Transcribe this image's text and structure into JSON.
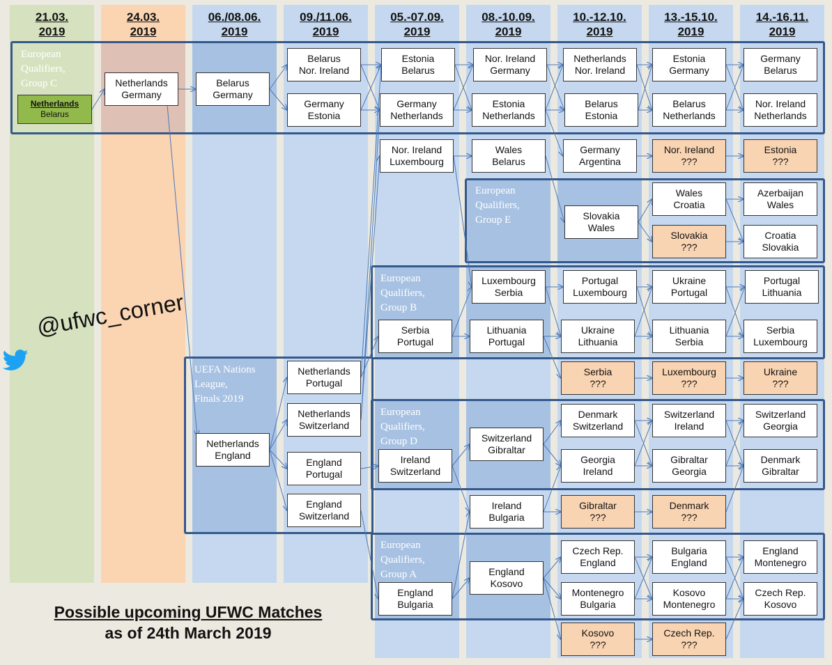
{
  "dates": [
    {
      "line1": "21.03.",
      "line2": "2019"
    },
    {
      "line1": "24.03.",
      "line2": "2019"
    },
    {
      "line1": "06./08.06.",
      "line2": "2019"
    },
    {
      "line1": "09./11.06.",
      "line2": "2019"
    },
    {
      "line1": "05.-07.09.",
      "line2": "2019"
    },
    {
      "line1": "08.-10.09.",
      "line2": "2019"
    },
    {
      "line1": "10.-12.10.",
      "line2": "2019"
    },
    {
      "line1": "13.-15.10.",
      "line2": "2019"
    },
    {
      "line1": "14.-16.11.",
      "line2": "2019"
    }
  ],
  "groups": [
    {
      "id": "group-c",
      "label": [
        "European",
        "Qualifiers,",
        "Group C"
      ]
    },
    {
      "id": "group-e",
      "label": [
        "European",
        "Qualifiers,",
        "Group E"
      ]
    },
    {
      "id": "group-b",
      "label": [
        "European",
        "Qualifiers,",
        "Group B"
      ]
    },
    {
      "id": "nations-league",
      "label": [
        "UEFA Nations",
        "League,",
        "Finals 2019"
      ]
    },
    {
      "id": "group-d",
      "label": [
        "European",
        "Qualifiers,",
        "Group D"
      ]
    },
    {
      "id": "group-a",
      "label": [
        "European",
        "Qualifiers,",
        "Group A"
      ]
    }
  ],
  "matches": [
    {
      "id": "c0m0",
      "t1": "Netherlands",
      "t2": "Belarus",
      "kind": "done"
    },
    {
      "id": "c1m0",
      "t1": "Netherlands",
      "t2": "Germany",
      "kind": "normal"
    },
    {
      "id": "c2m0",
      "t1": "Belarus",
      "t2": "Germany",
      "kind": "normal"
    },
    {
      "id": "c2m1",
      "t1": "Netherlands",
      "t2": "England",
      "kind": "normal"
    },
    {
      "id": "c3m0",
      "t1": "Belarus",
      "t2": "Nor. Ireland",
      "kind": "normal"
    },
    {
      "id": "c3m1",
      "t1": "Germany",
      "t2": "Estonia",
      "kind": "normal"
    },
    {
      "id": "c3m2",
      "t1": "Netherlands",
      "t2": "Portugal",
      "kind": "normal"
    },
    {
      "id": "c3m3",
      "t1": "Netherlands",
      "t2": "Switzerland",
      "kind": "normal"
    },
    {
      "id": "c3m4",
      "t1": "England",
      "t2": "Portugal",
      "kind": "normal"
    },
    {
      "id": "c3m5",
      "t1": "England",
      "t2": "Switzerland",
      "kind": "normal"
    },
    {
      "id": "c4m0",
      "t1": "Estonia",
      "t2": "Belarus",
      "kind": "normal"
    },
    {
      "id": "c4m1",
      "t1": "Germany",
      "t2": "Netherlands",
      "kind": "normal"
    },
    {
      "id": "c4m2",
      "t1": "Nor. Ireland",
      "t2": "Luxembourg",
      "kind": "normal"
    },
    {
      "id": "c4m3",
      "t1": "Serbia",
      "t2": "Portugal",
      "kind": "normal"
    },
    {
      "id": "c4m4",
      "t1": "Ireland",
      "t2": "Switzerland",
      "kind": "normal"
    },
    {
      "id": "c4m5",
      "t1": "England",
      "t2": "Bulgaria",
      "kind": "normal"
    },
    {
      "id": "c5m0",
      "t1": "Nor. Ireland",
      "t2": "Germany",
      "kind": "normal"
    },
    {
      "id": "c5m1",
      "t1": "Estonia",
      "t2": "Netherlands",
      "kind": "normal"
    },
    {
      "id": "c5m2",
      "t1": "Wales",
      "t2": "Belarus",
      "kind": "normal"
    },
    {
      "id": "c5m3",
      "t1": "Luxembourg",
      "t2": "Serbia",
      "kind": "normal"
    },
    {
      "id": "c5m4",
      "t1": "Lithuania",
      "t2": "Portugal",
      "kind": "normal"
    },
    {
      "id": "c5m5",
      "t1": "Switzerland",
      "t2": "Gibraltar",
      "kind": "normal"
    },
    {
      "id": "c5m6",
      "t1": "Ireland",
      "t2": "Bulgaria",
      "kind": "normal"
    },
    {
      "id": "c5m7",
      "t1": "England",
      "t2": "Kosovo",
      "kind": "normal"
    },
    {
      "id": "c6m0",
      "t1": "Netherlands",
      "t2": "Nor. Ireland",
      "kind": "normal"
    },
    {
      "id": "c6m1",
      "t1": "Belarus",
      "t2": "Estonia",
      "kind": "normal"
    },
    {
      "id": "c6m2",
      "t1": "Germany",
      "t2": "Argentina",
      "kind": "normal"
    },
    {
      "id": "c6m3",
      "t1": "Slovakia",
      "t2": "Wales",
      "kind": "normal"
    },
    {
      "id": "c6m4",
      "t1": "Portugal",
      "t2": "Luxembourg",
      "kind": "normal"
    },
    {
      "id": "c6m5",
      "t1": "Ukraine",
      "t2": "Lithuania",
      "kind": "normal"
    },
    {
      "id": "c6m6",
      "t1": "Serbia",
      "t2": "???",
      "kind": "tbd"
    },
    {
      "id": "c6m7",
      "t1": "Denmark",
      "t2": "Switzerland",
      "kind": "normal"
    },
    {
      "id": "c6m8",
      "t1": "Georgia",
      "t2": "Ireland",
      "kind": "normal"
    },
    {
      "id": "c6m9",
      "t1": "Gibraltar",
      "t2": "???",
      "kind": "tbd"
    },
    {
      "id": "c6m10",
      "t1": "Czech Rep.",
      "t2": "England",
      "kind": "normal"
    },
    {
      "id": "c6m11",
      "t1": "Montenegro",
      "t2": "Bulgaria",
      "kind": "normal"
    },
    {
      "id": "c6m12",
      "t1": "Kosovo",
      "t2": "???",
      "kind": "tbd"
    },
    {
      "id": "c7m0",
      "t1": "Estonia",
      "t2": "Germany",
      "kind": "normal"
    },
    {
      "id": "c7m1",
      "t1": "Belarus",
      "t2": "Netherlands",
      "kind": "normal"
    },
    {
      "id": "c7m2",
      "t1": "Nor. Ireland",
      "t2": "???",
      "kind": "tbd"
    },
    {
      "id": "c7m3",
      "t1": "Wales",
      "t2": "Croatia",
      "kind": "normal"
    },
    {
      "id": "c7m4",
      "t1": "Slovakia",
      "t2": "???",
      "kind": "tbd"
    },
    {
      "id": "c7m5",
      "t1": "Ukraine",
      "t2": "Portugal",
      "kind": "normal"
    },
    {
      "id": "c7m6",
      "t1": "Lithuania",
      "t2": "Serbia",
      "kind": "normal"
    },
    {
      "id": "c7m7",
      "t1": "Luxembourg",
      "t2": "???",
      "kind": "tbd"
    },
    {
      "id": "c7m8",
      "t1": "Switzerland",
      "t2": "Ireland",
      "kind": "normal"
    },
    {
      "id": "c7m9",
      "t1": "Gibraltar",
      "t2": "Georgia",
      "kind": "normal"
    },
    {
      "id": "c7m10",
      "t1": "Denmark",
      "t2": "???",
      "kind": "tbd"
    },
    {
      "id": "c7m11",
      "t1": "Bulgaria",
      "t2": "England",
      "kind": "normal"
    },
    {
      "id": "c7m12",
      "t1": "Kosovo",
      "t2": "Montenegro",
      "kind": "normal"
    },
    {
      "id": "c7m13",
      "t1": "Czech Rep.",
      "t2": "???",
      "kind": "tbd"
    },
    {
      "id": "c8m0",
      "t1": "Germany",
      "t2": "Belarus",
      "kind": "normal"
    },
    {
      "id": "c8m1",
      "t1": "Nor. Ireland",
      "t2": "Netherlands",
      "kind": "normal"
    },
    {
      "id": "c8m2",
      "t1": "Estonia",
      "t2": "???",
      "kind": "tbd"
    },
    {
      "id": "c8m3",
      "t1": "Azerbaijan",
      "t2": "Wales",
      "kind": "normal"
    },
    {
      "id": "c8m4",
      "t1": "Croatia",
      "t2": "Slovakia",
      "kind": "normal"
    },
    {
      "id": "c8m5",
      "t1": "Portugal",
      "t2": "Lithuania",
      "kind": "normal"
    },
    {
      "id": "c8m6",
      "t1": "Serbia",
      "t2": "Luxembourg",
      "kind": "normal"
    },
    {
      "id": "c8m7",
      "t1": "Ukraine",
      "t2": "???",
      "kind": "tbd"
    },
    {
      "id": "c8m8",
      "t1": "Switzerland",
      "t2": "Georgia",
      "kind": "normal"
    },
    {
      "id": "c8m9",
      "t1": "Denmark",
      "t2": "Gibraltar",
      "kind": "normal"
    },
    {
      "id": "c8m10",
      "t1": "England",
      "t2": "Montenegro",
      "kind": "normal"
    },
    {
      "id": "c8m11",
      "t1": "Czech Rep.",
      "t2": "Kosovo",
      "kind": "normal"
    }
  ],
  "title": {
    "line1": "Possible upcoming UFWC Matches",
    "line2": "as of 24th March 2019"
  },
  "twitter_handle": "@ufwc_corner",
  "colors": {
    "col_green": "#d6e2bf",
    "col_orange": "#fbd4b2",
    "col_blue_dark": "#a7c1e2",
    "col_blue_light": "#c5d8ef",
    "group_border": "#34588a",
    "tbd_fill": "#f9d4b2",
    "done_fill": "#92b94c",
    "arrow": "#4a78b8",
    "twitter_blue": "#1da1f2"
  }
}
